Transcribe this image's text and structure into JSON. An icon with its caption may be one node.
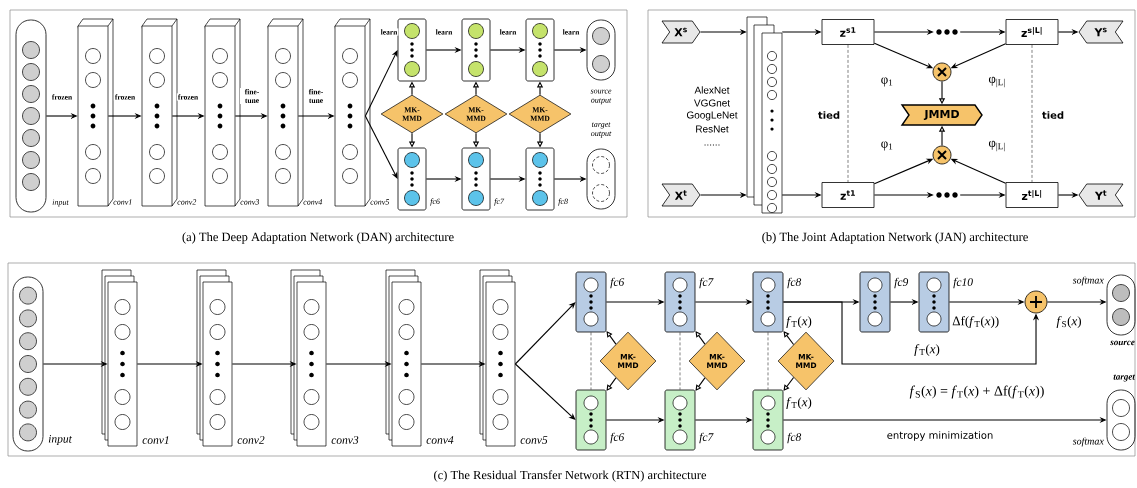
{
  "diagram": {
    "nodes": [
      {
        "text": [
          "(a) The Deep Adaptation Network (DAN) architecture"
        ]
      },
      {
        "text": [],
        "shape": "box",
        "beside": [
          "input"
        ],
        "in": 0
      },
      {
        "text": [],
        "shape": "box",
        "beside": [
          "conv1"
        ],
        "in": 0
      },
      {
        "text": [],
        "shape": "box",
        "beside": [
          "conv2"
        ],
        "in": 0
      },
      {
        "text": [],
        "shape": "box",
        "beside": [
          "conv3"
        ],
        "in": 0
      },
      {
        "text": [],
        "shape": "box",
        "beside": [
          "conv4"
        ],
        "in": 0
      },
      {
        "text": [],
        "shape": "box",
        "beside": [
          "conv5"
        ],
        "in": 0
      },
      {
        "text": [],
        "shape": "box",
        "in": 0
      },
      {
        "text": [],
        "shape": "box",
        "in": 0
      },
      {
        "text": [],
        "shape": "box",
        "in": 0
      },
      {
        "text": [],
        "shape": "box",
        "beside": [
          "source output"
        ],
        "in": 0
      },
      {
        "text": [
          "MK-MMD"
        ],
        "in": 0
      },
      {
        "text": [
          "MK-MMD"
        ],
        "in": 0
      },
      {
        "text": [
          "MK-MMD"
        ],
        "in": 0
      },
      {
        "text": [],
        "shape": "box",
        "beside": [
          "fc6"
        ],
        "in": 0
      },
      {
        "text": [],
        "shape": "box",
        "beside": [
          "fc7"
        ],
        "in": 0
      },
      {
        "text": [],
        "shape": "box",
        "beside": [
          "fc8"
        ],
        "in": 0
      },
      {
        "text": [],
        "shape": "box",
        "beside": [
          "target output"
        ],
        "in": 0
      },
      {
        "text": [
          "(b) The Joint Adaptation Network (JAN) architecture"
        ]
      },
      {
        "text": [
          "X$^{s}$"
        ],
        "in": 18
      },
      {
        "text": [],
        "shape": "box",
        "in": 18
      },
      {
        "text": [
          "z$^{s1}$"
        ],
        "in": 18
      },
      {
        "text": [],
        "shape": "dots",
        "in": 18
      },
      {
        "text": [
          "z$^{s|L|}$"
        ],
        "in": 18
      },
      {
        "text": [
          "Y$^{s}$"
        ],
        "in": 18
      },
      {
        "text": [],
        "shape": "circle",
        "in": 18
      },
      {
        "text": [
          "JMMD"
        ],
        "in": 18
      },
      {
        "text": [],
        "shape": "circle",
        "in": 18
      },
      {
        "text": [
          "X$^{t}$"
        ],
        "in": 18
      },
      {
        "text": [
          "z$^{t1}$"
        ],
        "in": 18
      },
      {
        "text": [],
        "shape": "dots",
        "in": 18
      },
      {
        "text": [
          "z$^{t|L|}$"
        ],
        "in": 18
      },
      {
        "text": [
          "Y$^{t}$"
        ],
        "in": 18
      },
      {
        "text": [
          "(c) The Residual Transfer Network (RTN) architecture"
        ]
      },
      {
        "text": [],
        "shape": "box",
        "beside": [
          "input"
        ],
        "in": 33
      },
      {
        "text": [],
        "shape": "box",
        "beside": [
          "conv1"
        ],
        "in": 33
      },
      {
        "text": [],
        "shape": "box",
        "beside": [
          "conv2"
        ],
        "in": 33
      },
      {
        "text": [],
        "shape": "box",
        "beside": [
          "conv3"
        ],
        "in": 33
      },
      {
        "text": [],
        "shape": "box",
        "beside": [
          "conv4"
        ],
        "in": 33
      },
      {
        "text": [],
        "shape": "box",
        "beside": [
          "conv5"
        ],
        "in": 33
      },
      {
        "text": [],
        "shape": "box",
        "beside": [
          "fc6"
        ],
        "in": 33
      },
      {
        "text": [],
        "shape": "box",
        "beside": [
          "fc7"
        ],
        "in": 33
      },
      {
        "text": [],
        "shape": "box",
        "beside": [
          "fc8",
          "*f*$_{T}$(*x*)"
        ],
        "in": 33
      },
      {
        "text": [],
        "shape": "box",
        "beside": [
          "fc9"
        ],
        "in": 33
      },
      {
        "text": [],
        "shape": "box",
        "beside": [
          "fc10",
          "Δf(*f*$_{T}$(*x*))"
        ],
        "in": 33
      },
      {
        "text": [],
        "shape": "circle",
        "in": 33
      },
      {
        "text": [],
        "shape": "box",
        "beside": [
          "softmax",
          "source"
        ],
        "in": 33
      },
      {
        "text": [
          "MK-MMD"
        ],
        "in": 33
      },
      {
        "text": [
          "MK-MMD"
        ],
        "in": 33
      },
      {
        "text": [
          "MK-MMD"
        ],
        "in": 33
      },
      {
        "text": [],
        "shape": "box",
        "beside": [
          "fc6"
        ],
        "in": 33
      },
      {
        "text": [],
        "shape": "box",
        "beside": [
          "fc7"
        ],
        "in": 33
      },
      {
        "text": [],
        "shape": "box",
        "beside": [
          "*f*$_{T}$(*x*)",
          "fc8"
        ],
        "in": 33
      },
      {
        "text": [],
        "shape": "box",
        "beside": [
          "target",
          "softmax"
        ],
        "in": 33
      }
    ],
    "edges": [
      {
        "from": 1,
        "to": 2,
        "arrow": "to",
        "label": "frozen"
      },
      {
        "from": 2,
        "to": 3,
        "arrow": "to",
        "label": "frozen"
      },
      {
        "from": 3,
        "to": 4,
        "arrow": "to",
        "label": "frozen"
      },
      {
        "from": 4,
        "to": 5,
        "arrow": "to",
        "label": "fine-tune"
      },
      {
        "from": 5,
        "to": 6,
        "arrow": "to",
        "label": "fine-tune"
      },
      {
        "from": 6,
        "to": 7,
        "arrow": "to",
        "label": "learn"
      },
      {
        "from": 7,
        "to": 8,
        "arrow": "to",
        "label": "learn"
      },
      {
        "from": 8,
        "to": 9,
        "arrow": "to",
        "label": "learn"
      },
      {
        "from": 9,
        "to": 10,
        "arrow": "to",
        "label": "learn"
      },
      {
        "from": 6,
        "to": 14,
        "arrow": "to"
      },
      {
        "from": 14,
        "to": 15,
        "arrow": "to"
      },
      {
        "from": 15,
        "to": 16,
        "arrow": "to"
      },
      {
        "from": 16,
        "to": 17,
        "arrow": "to"
      },
      {
        "from": 11,
        "to": 7,
        "arrow": "to"
      },
      {
        "from": 11,
        "to": 14,
        "arrow": "to"
      },
      {
        "from": 12,
        "to": 8,
        "arrow": "to"
      },
      {
        "from": 12,
        "to": 15,
        "arrow": "to"
      },
      {
        "from": 13,
        "to": 9,
        "arrow": "to"
      },
      {
        "from": 13,
        "to": 16,
        "arrow": "to"
      },
      {
        "from": 19,
        "to": 20,
        "arrow": "to"
      },
      {
        "from": 28,
        "to": 20,
        "arrow": "to"
      },
      {
        "from": 20,
        "to": 21,
        "arrow": "to"
      },
      {
        "from": 20,
        "to": 29,
        "arrow": "to"
      },
      {
        "from": 21,
        "to": 22,
        "arrow": "to"
      },
      {
        "from": 22,
        "to": 23,
        "arrow": "to"
      },
      {
        "from": 23,
        "to": 24,
        "arrow": "to"
      },
      {
        "from": 29,
        "to": 30,
        "arrow": "to"
      },
      {
        "from": 30,
        "to": 31,
        "arrow": "to"
      },
      {
        "from": 31,
        "to": 32,
        "arrow": "to"
      },
      {
        "from": 21,
        "to": 25,
        "arrow": "to",
        "label": "φ$_{1}$"
      },
      {
        "from": 23,
        "to": 25,
        "arrow": "to",
        "label": "φ$_{|L|}$"
      },
      {
        "from": 25,
        "to": 26,
        "arrow": "to"
      },
      {
        "from": 27,
        "to": 26,
        "arrow": "to"
      },
      {
        "from": 29,
        "to": 27,
        "arrow": "to",
        "label": "φ$_{1}$"
      },
      {
        "from": 31,
        "to": 27,
        "arrow": "to",
        "label": "φ$_{|L|}$"
      },
      {
        "from": 21,
        "to": 29,
        "arrow": "none",
        "style": "dashed",
        "label": "tied"
      },
      {
        "from": 23,
        "to": 31,
        "arrow": "none",
        "style": "dashed",
        "label": "tied"
      },
      {
        "from": 34,
        "to": 35,
        "arrow": "to"
      },
      {
        "from": 35,
        "to": 36,
        "arrow": "to"
      },
      {
        "from": 36,
        "to": 37,
        "arrow": "to"
      },
      {
        "from": 37,
        "to": 38,
        "arrow": "to"
      },
      {
        "from": 38,
        "to": 39,
        "arrow": "to"
      },
      {
        "from": 39,
        "to": 40,
        "arrow": "to"
      },
      {
        "from": 39,
        "to": 50,
        "arrow": "to"
      },
      {
        "from": 40,
        "to": 41,
        "arrow": "to"
      },
      {
        "from": 41,
        "to": 42,
        "arrow": "to"
      },
      {
        "from": 42,
        "to": 43,
        "arrow": "to"
      },
      {
        "from": 43,
        "to": 44,
        "arrow": "to"
      },
      {
        "from": 44,
        "to": 45,
        "arrow": "to"
      },
      {
        "from": 42,
        "to": 45,
        "arrow": "to",
        "label": "*f*$_{T}$(*x*)"
      },
      {
        "from": 45,
        "to": 46,
        "arrow": "to",
        "label": "*f*$_{S}$(*x*)"
      },
      {
        "from": 50,
        "to": 51,
        "arrow": "to"
      },
      {
        "from": 51,
        "to": 52,
        "arrow": "to"
      },
      {
        "from": 52,
        "to": 53,
        "arrow": "to",
        "label": "entropy minimization"
      },
      {
        "from": 47,
        "to": 40,
        "arrow": "to"
      },
      {
        "from": 47,
        "to": 50,
        "arrow": "to"
      },
      {
        "from": 48,
        "to": 41,
        "arrow": "to"
      },
      {
        "from": 48,
        "to": 51,
        "arrow": "to"
      },
      {
        "from": 49,
        "to": 42,
        "arrow": "to"
      },
      {
        "from": 49,
        "to": 52,
        "arrow": "to"
      },
      {
        "from": 40,
        "to": 50,
        "arrow": "none",
        "style": "dashed"
      },
      {
        "from": 41,
        "to": 51,
        "arrow": "none",
        "style": "dashed"
      },
      {
        "from": 42,
        "to": 52,
        "arrow": "none",
        "style": "dashed"
      }
    ],
    "labels": [
      "AlexNet",
      "VGGnet",
      "GoogLeNet",
      "ResNet",
      "......",
      "*f*$_{S}$(*x*) = *f*$_{T}$(*x*) + Δf(*f*$_{T}$(*x*))"
    ]
  }
}
